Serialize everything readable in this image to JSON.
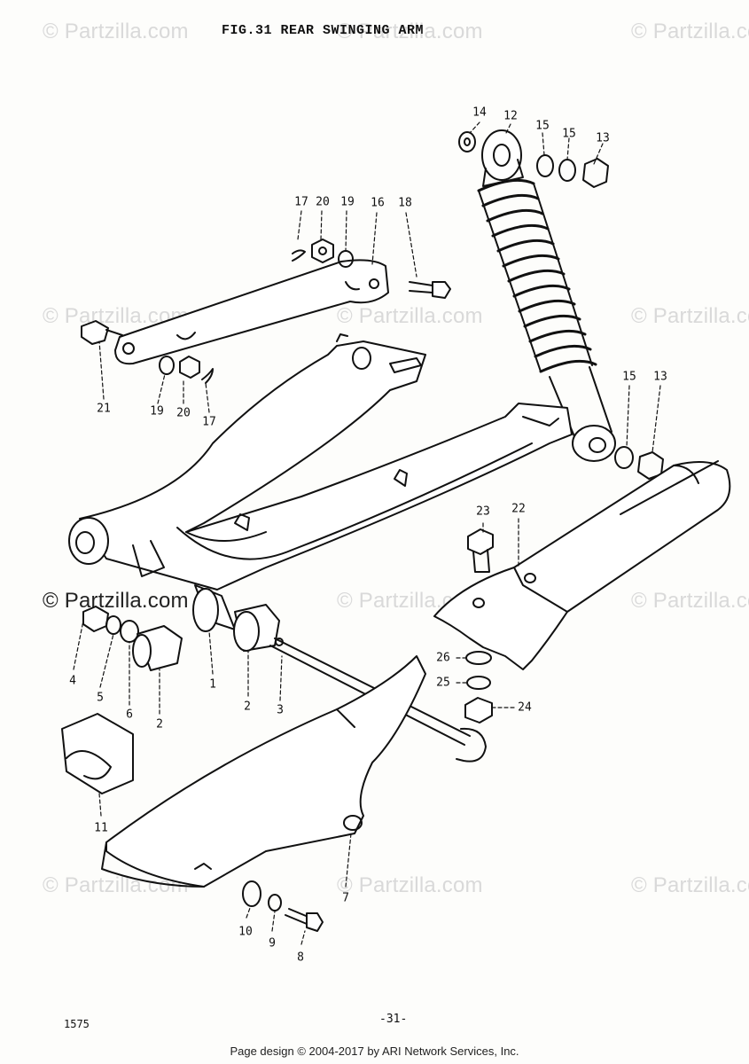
{
  "figure": {
    "title": "FIG.31  REAR SWINGING ARM",
    "page_number": "-31-",
    "doc_code": "1575"
  },
  "watermark": {
    "text": "© Partzilla.com"
  },
  "footer": {
    "text": "Page design © 2004-2017 by ARI Network Services, Inc."
  },
  "callouts": [
    {
      "id": "c14",
      "label": "14"
    },
    {
      "id": "c12",
      "label": "12"
    },
    {
      "id": "c15a",
      "label": "15"
    },
    {
      "id": "c15b",
      "label": "15"
    },
    {
      "id": "c13a",
      "label": "13"
    },
    {
      "id": "c17a",
      "label": "17"
    },
    {
      "id": "c20a",
      "label": "20"
    },
    {
      "id": "c19a",
      "label": "19"
    },
    {
      "id": "c16",
      "label": "16"
    },
    {
      "id": "c18",
      "label": "18"
    },
    {
      "id": "c21",
      "label": "21"
    },
    {
      "id": "c19b",
      "label": "19"
    },
    {
      "id": "c20b",
      "label": "20"
    },
    {
      "id": "c17b",
      "label": "17"
    },
    {
      "id": "c15c",
      "label": "15"
    },
    {
      "id": "c13b",
      "label": "13"
    },
    {
      "id": "c23",
      "label": "23"
    },
    {
      "id": "c22",
      "label": "22"
    },
    {
      "id": "c26",
      "label": "26"
    },
    {
      "id": "c25",
      "label": "25"
    },
    {
      "id": "c24",
      "label": "24"
    },
    {
      "id": "c4",
      "label": "4"
    },
    {
      "id": "c5",
      "label": "5"
    },
    {
      "id": "c6",
      "label": "6"
    },
    {
      "id": "c2a",
      "label": "2"
    },
    {
      "id": "c1",
      "label": "1"
    },
    {
      "id": "c2b",
      "label": "2"
    },
    {
      "id": "c3",
      "label": "3"
    },
    {
      "id": "c11",
      "label": "11"
    },
    {
      "id": "c7",
      "label": "7"
    },
    {
      "id": "c10",
      "label": "10"
    },
    {
      "id": "c9",
      "label": "9"
    },
    {
      "id": "c8",
      "label": "8"
    }
  ]
}
